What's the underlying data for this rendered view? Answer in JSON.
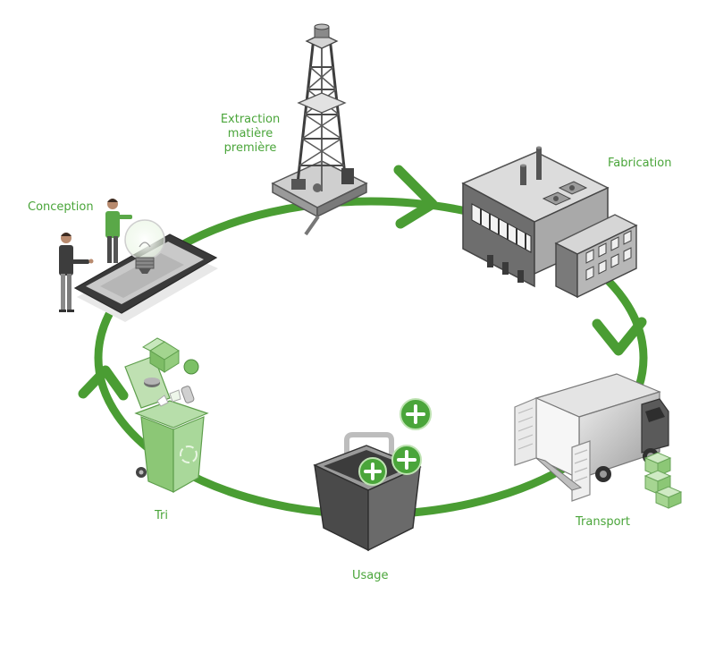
{
  "colors": {
    "accent": "#4aa53a",
    "cycle_line": "#4a9d33",
    "light_green": "#8ccf7a",
    "dark_grey": "#4a4a4a",
    "mid_grey": "#8a8a8a",
    "light_grey": "#d4d4d4"
  },
  "stages": {
    "extraction": {
      "lines": [
        "Extraction",
        "matière",
        "première"
      ],
      "icon": "oil-derrick-icon"
    },
    "fabrication": {
      "label": "Fabrication",
      "icon": "factory-icon"
    },
    "transport": {
      "label": "Transport",
      "icon": "delivery-truck-icon"
    },
    "usage": {
      "label": "Usage",
      "icon": "shopping-basket-icon"
    },
    "tri": {
      "label": "Tri",
      "icon": "recycling-bin-icon"
    },
    "conception": {
      "label": "Conception",
      "icon": "tablet-lightbulb-icon"
    }
  },
  "cycle": {
    "direction": "clockwise",
    "order": [
      "conception",
      "extraction",
      "fabrication",
      "transport",
      "usage",
      "tri"
    ]
  }
}
